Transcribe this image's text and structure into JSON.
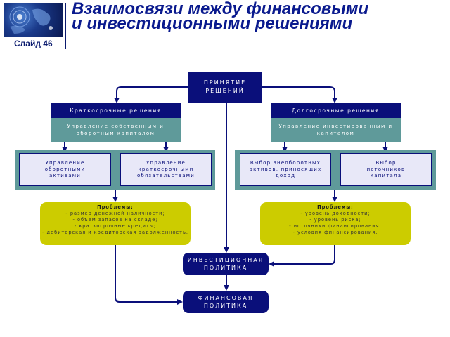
{
  "header": {
    "title_line1": "Взаимосвязи между финансовыми",
    "title_line2": "и инвестиционными решениями",
    "slide_label": "Слайд 46"
  },
  "diagram": {
    "top": {
      "line1": "ПРИНЯТИЕ",
      "line2": "РЕШЕНИЙ"
    },
    "short_term": {
      "title": "Краткосрочные решения",
      "subtitle_line1": "Управление собственным и",
      "subtitle_line2": "оборотным капиталом",
      "box_left": {
        "line1": "Управление",
        "line2": "оборотными",
        "line3": "активами"
      },
      "box_right": {
        "line1": "Управление",
        "line2": "краткосрочными",
        "line3": "обязательствами"
      },
      "problems": {
        "head": "Проблемы:",
        "items": [
          "- размер денежной наличности;",
          "- объем запасов на складе;",
          "- краткосрочные кредиты;",
          "- дебиторская и кредиторская задолженность."
        ]
      }
    },
    "long_term": {
      "title": "Долгосрочные решения",
      "subtitle_line1": "Управление инвестированным и",
      "subtitle_line2": "капиталом",
      "box_left": {
        "line1": "Выбор внеоборотных",
        "line2": "активов, приносящих",
        "line3": "доход"
      },
      "box_right": {
        "line1": "Выбор",
        "line2": "источников",
        "line3": "капитала"
      },
      "problems": {
        "head": "Проблемы:",
        "items": [
          "- уровень доходности;",
          "- уровень риска;",
          "- источники финансирования;",
          "- условия финансирования."
        ]
      }
    },
    "investment_policy": {
      "line1": "ИНВЕСТИЦИОННАЯ",
      "line2": "ПОЛИТИКА"
    },
    "financial_policy": {
      "line1": "ФИНАНСОВАЯ",
      "line2": "ПОЛИТИКА"
    }
  }
}
